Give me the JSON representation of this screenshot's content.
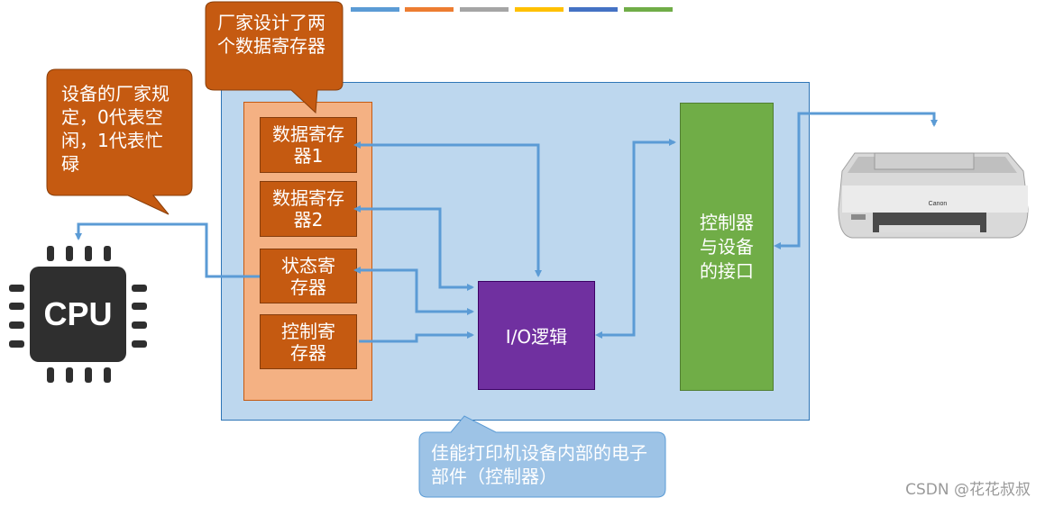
{
  "legend_colors": [
    "#5b9bd5",
    "#ed7d31",
    "#a5a5a5",
    "#ffc000",
    "#4472c4",
    "#70ad47"
  ],
  "callout_vendor": {
    "text": "厂家设计了两个数据寄存器"
  },
  "callout_busy": {
    "text": "设备的厂家规定，0代表空闲，1代表忙碌"
  },
  "callout_controller": {
    "text": "佳能打印机设备内部的电子部件（控制器）"
  },
  "registers": {
    "data1": "数据寄存器1",
    "data2": "数据寄存器2",
    "status": "状态寄存器",
    "control": "控制寄存器"
  },
  "io_logic": "I/O逻辑",
  "device_interface": "控制器与设备的接口",
  "cpu_label": "CPU",
  "printer_brand": "Canon",
  "watermark": "CSDN @花花叔叔",
  "colors": {
    "panel_bg": "#bdd7ee",
    "register_panel": "#f4b183",
    "register": "#c55a11",
    "io_logic": "#7030a0",
    "interface": "#70ad47",
    "connector": "#5b9bd5"
  }
}
